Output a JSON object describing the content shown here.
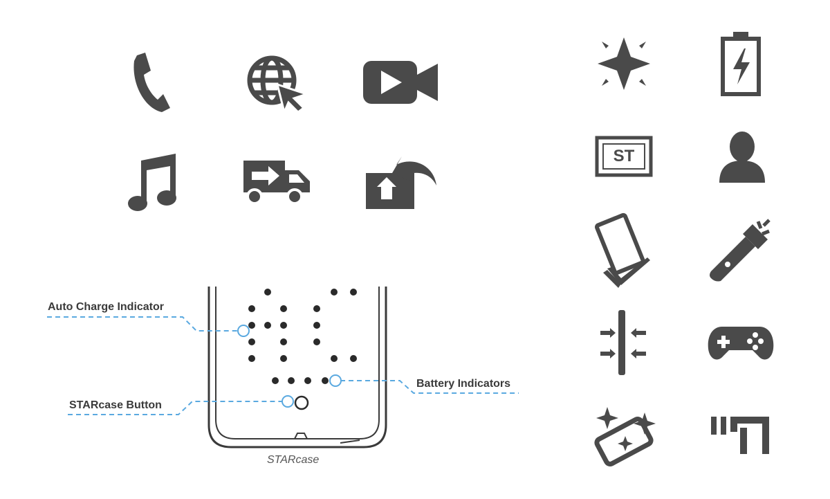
{
  "colors": {
    "icon": "#4a4a4a",
    "accent": "#5aa9e0",
    "outline": "#3a3a3a"
  },
  "app_icons": [
    "phone-icon",
    "globe-cursor-icon",
    "video-camera-icon",
    "music-note-icon",
    "delivery-truck-icon",
    "share-box-icon"
  ],
  "feature_icons": [
    "sparkle-star-icon",
    "battery-charging-icon",
    "st-logo-icon",
    "user-silhouette-icon",
    "stacked-phones-icon",
    "flashlight-icon",
    "phone-squeeze-icon",
    "gamepad-icon",
    "magic-card-icon",
    "text-shape-icon"
  ],
  "st_logo": {
    "text": "ST"
  },
  "diagram": {
    "labels": {
      "auto_charge": "Auto Charge Indicator",
      "starcase_button": "STARcase Button",
      "battery": "Battery Indicators"
    },
    "caption": "STARcase"
  }
}
